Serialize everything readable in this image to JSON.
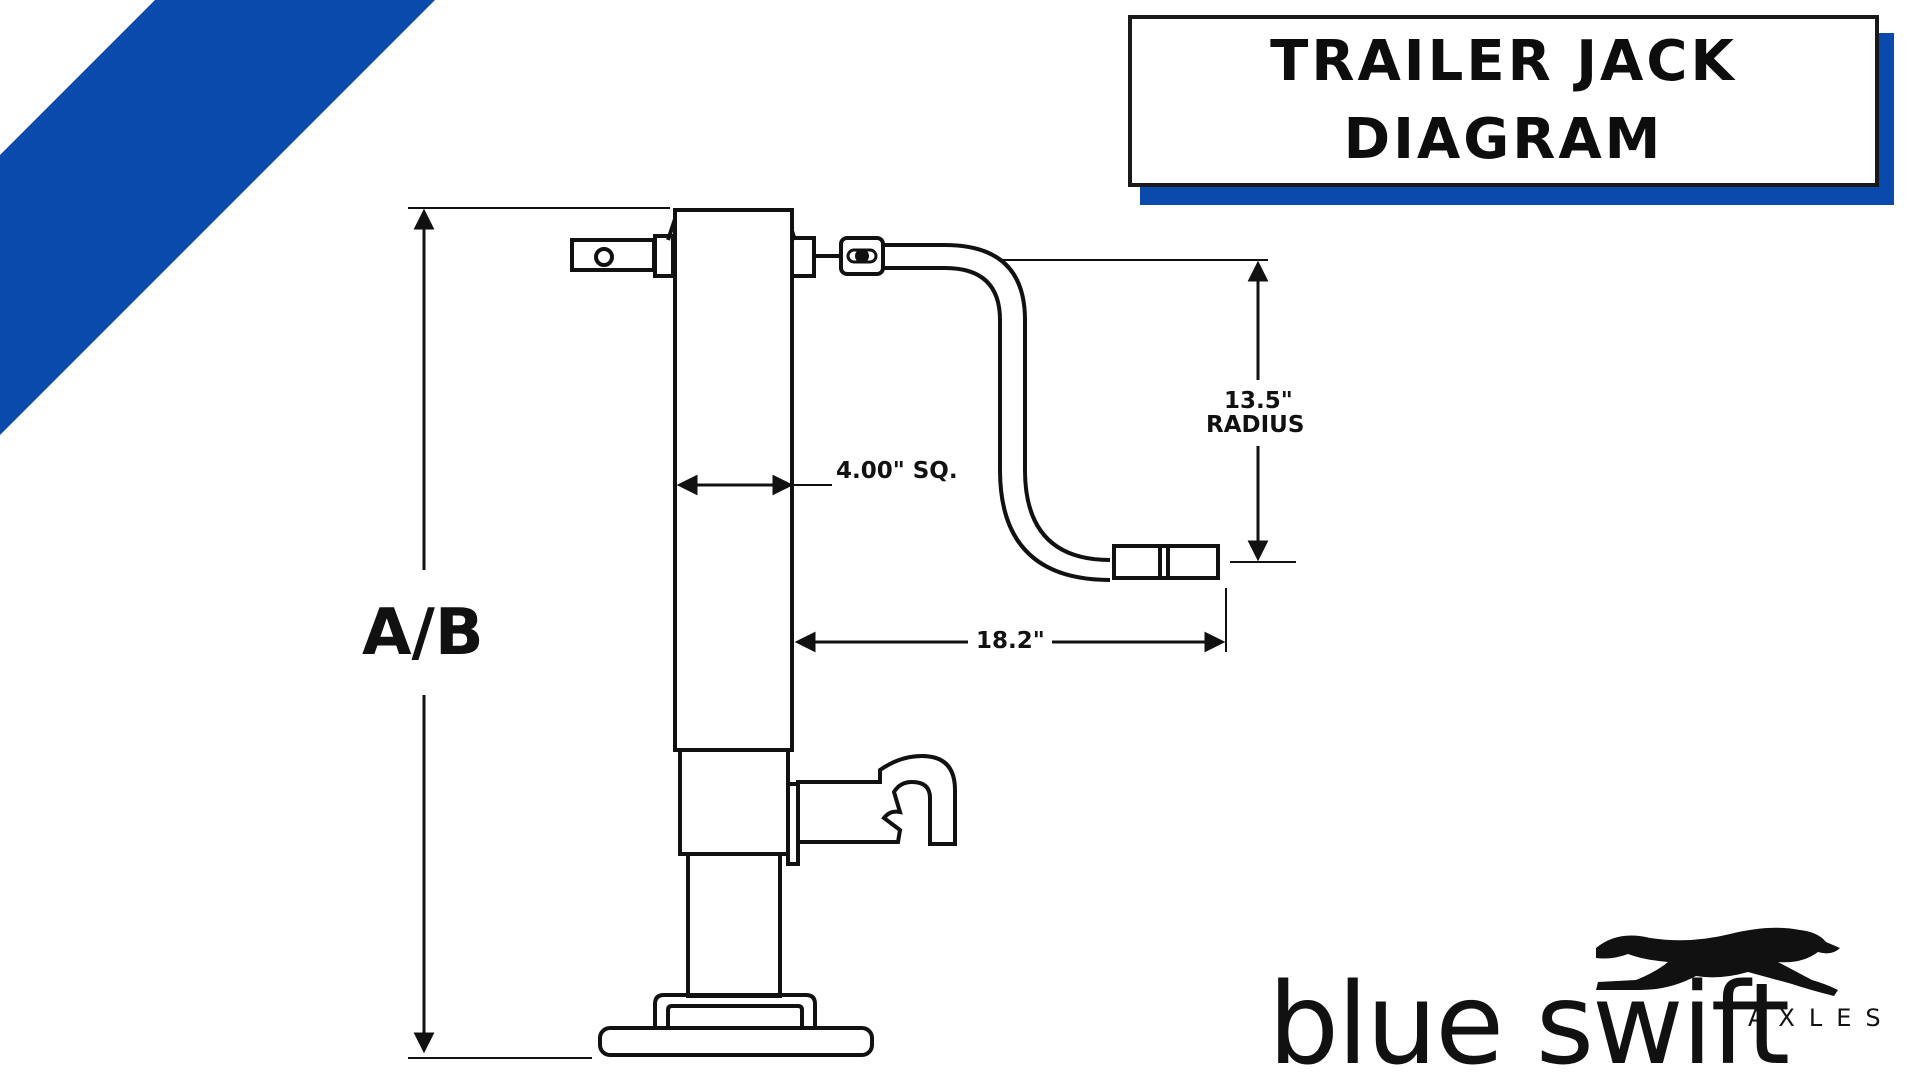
{
  "title": {
    "line1": "TRAILER JACK",
    "line2": "DIAGRAM"
  },
  "dimensions": {
    "height": "A/B",
    "tube_width": "4.00\" SQ.",
    "handle_radius_value": "13.5\"",
    "handle_radius_word": "RADIUS",
    "handle_reach": "18.2\""
  },
  "brand": {
    "name": "blue swift",
    "tagline": "AXLES"
  },
  "colors": {
    "accent_blue": "#0a4aad",
    "line": "#111111",
    "background": "#ffffff"
  }
}
